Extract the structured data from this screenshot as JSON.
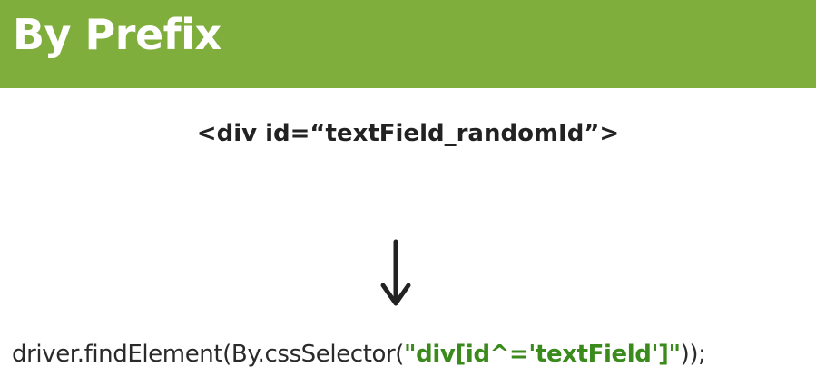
{
  "slide": {
    "title": "By Prefix",
    "html_snippet": "<div id=“textField_randomId”>",
    "arrow_icon": "arrow-down-icon",
    "code": {
      "prefix": "driver.findElement(By.cssSelector(",
      "selector": "\"div[id^='textField']\"",
      "suffix": "));"
    },
    "colors": {
      "title_bar": "#7fae3d",
      "selector_text": "#3a8a1c"
    }
  }
}
